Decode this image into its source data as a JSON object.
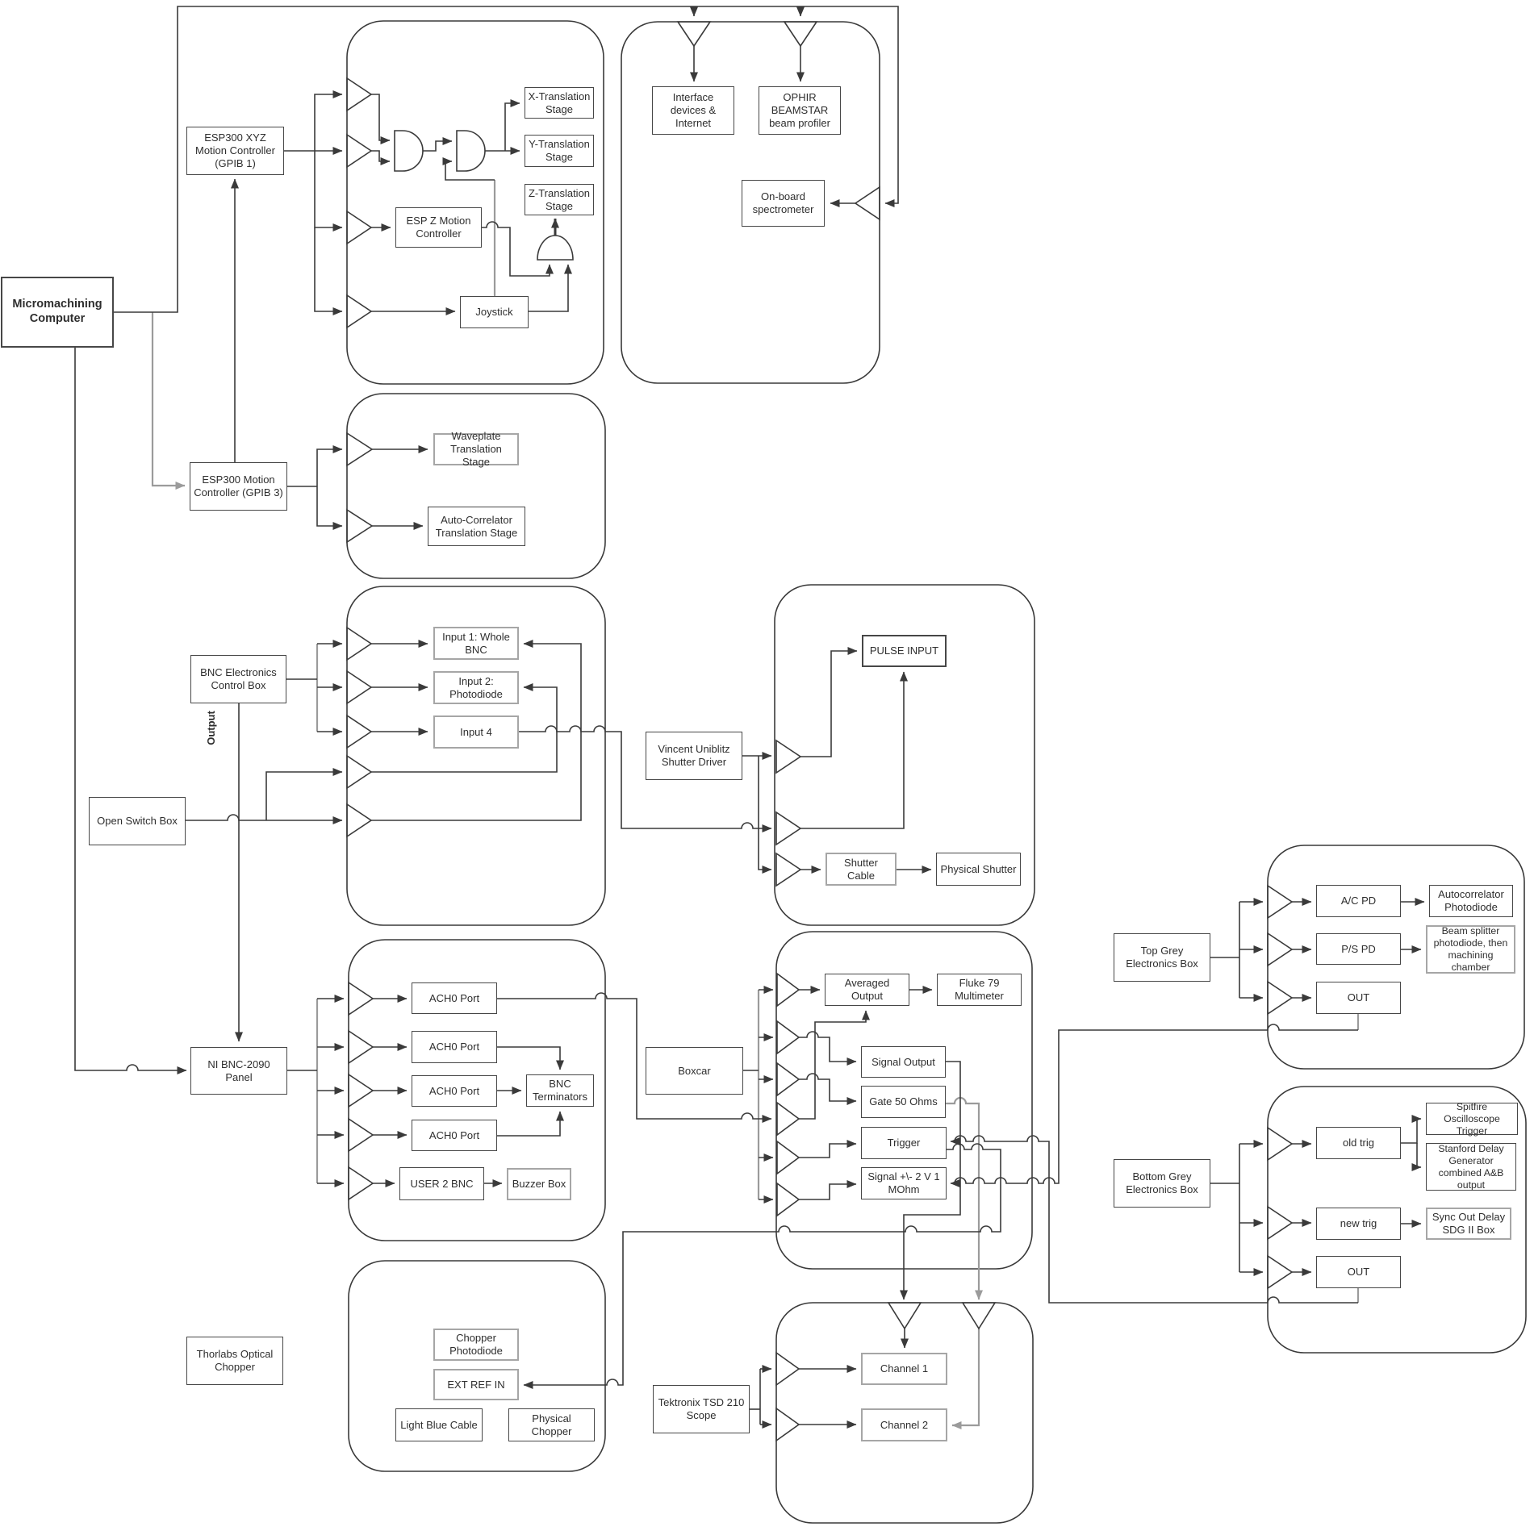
{
  "diagram_title": "Micromachining computer control and electronics diagram",
  "palette": {
    "line": "#3a3a3a",
    "gray_line": "#9b9b9b",
    "box_border": "#474747",
    "gray_box_border": "#a6a6a6",
    "text": "#2e2e2e",
    "background": "#ffffff"
  },
  "nodes": {
    "computer": {
      "label": "Micromachining Computer"
    },
    "esp_xyz": {
      "label": "ESP300 XYZ Motion Controller (GPIB 1)"
    },
    "esp_gpib3": {
      "label": "ESP300 Motion Controller (GPIB 3)"
    },
    "bnc_control": {
      "label": "BNC Electronics Control Box"
    },
    "open_switch": {
      "label": "Open Switch Box"
    },
    "output_label": {
      "label": "Output"
    },
    "ni_panel": {
      "label": "NI BNC-2090 Panel"
    },
    "thorlabs": {
      "label": "Thorlabs Optical Chopper"
    },
    "x_stage": {
      "label": "X-Translation Stage"
    },
    "y_stage": {
      "label": "Y-Translation Stage"
    },
    "z_stage": {
      "label": "Z-Translation Stage"
    },
    "esp_z": {
      "label": "ESP Z Motion Controller"
    },
    "joystick": {
      "label": "Joystick"
    },
    "interface_devices": {
      "label": "Interface devices & Internet"
    },
    "ophir": {
      "label": "OPHIR BEAMSTAR beam profiler"
    },
    "spectrometer": {
      "label": "On-board spectrometer"
    },
    "waveplate_stage": {
      "label": "Waveplate Translation Stage"
    },
    "autocorrelator_stage": {
      "label": "Auto-Correlator Translation Stage"
    },
    "input1": {
      "label": "Input 1: Whole BNC"
    },
    "input2": {
      "label": "Input 2: Photodiode"
    },
    "input4": {
      "label": "Input 4"
    },
    "vincent": {
      "label": "Vincent Uniblitz Shutter Driver"
    },
    "pulse_input": {
      "label": "PULSE INPUT"
    },
    "shutter_cable": {
      "label": "Shutter Cable"
    },
    "physical_shutter": {
      "label": "Physical Shutter"
    },
    "ach0_1": {
      "label": "ACH0 Port"
    },
    "ach0_2": {
      "label": "ACH0 Port"
    },
    "ach0_3": {
      "label": "ACH0 Port"
    },
    "ach0_4": {
      "label": "ACH0 Port"
    },
    "bnc_terminators": {
      "label": "BNC Terminators"
    },
    "user2_bnc": {
      "label": "USER 2 BNC"
    },
    "buzzer_box": {
      "label": "Buzzer Box"
    },
    "boxcar": {
      "label": "Boxcar"
    },
    "averaged_output": {
      "label": "Averaged Output"
    },
    "fluke": {
      "label": "Fluke 79 Multimeter"
    },
    "signal_output": {
      "label": "Signal Output"
    },
    "gate_50": {
      "label": "Gate 50 Ohms"
    },
    "trigger": {
      "label": "Trigger"
    },
    "signal_pm": {
      "label": "Signal +\\- 2 V 1 MOhm"
    },
    "top_grey": {
      "label": "Top Grey Electronics Box"
    },
    "bottom_grey": {
      "label": "Bottom Grey Electronics Box"
    },
    "ac_pd": {
      "label": "A/C PD"
    },
    "autocorrelator_pd": {
      "label": "Autocorrelator Photodiode"
    },
    "ps_pd": {
      "label": "P/S PD"
    },
    "beam_splitter": {
      "label": "Beam splitter photodiode, then machining chamber"
    },
    "out_top": {
      "label": "OUT"
    },
    "old_trig": {
      "label": "old trig"
    },
    "spitfire": {
      "label": "Spitfire Oscilloscope Trigger"
    },
    "stanford": {
      "label": "Stanford Delay Generator combined A&B output"
    },
    "new_trig": {
      "label": "new trig"
    },
    "sync_out": {
      "label": "Sync Out Delay SDG II Box"
    },
    "out_bottom": {
      "label": "OUT"
    },
    "tektronix": {
      "label": "Tektronix TSD 210 Scope"
    },
    "channel1": {
      "label": "Channel 1"
    },
    "channel2": {
      "label": "Channel 2"
    },
    "chopper_pd": {
      "label": "Chopper Photodiode"
    },
    "ext_ref_in": {
      "label": "EXT REF IN"
    },
    "light_blue_cable": {
      "label": "Light Blue Cable"
    },
    "physical_chopper": {
      "label": "Physical Chopper"
    }
  }
}
